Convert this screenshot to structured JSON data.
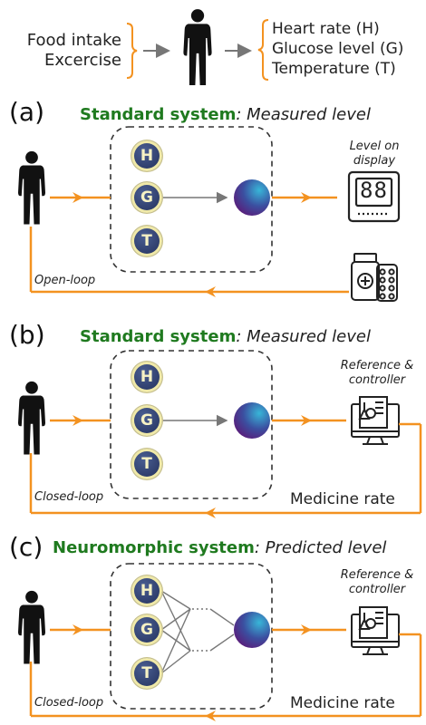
{
  "top": {
    "inputs": [
      "Food intake",
      "Excercise"
    ],
    "outputs": [
      "Heart rate (H)",
      "Glucose level (G)",
      "Temperature (T)"
    ]
  },
  "node_letters": [
    "H",
    "G",
    "T"
  ],
  "panel_a": {
    "label": "(a)",
    "system": "Standard system",
    "level": ": Measured level",
    "display_caption": [
      "Level on",
      "display"
    ],
    "display_value": "88",
    "loop": "Open-loop"
  },
  "panel_b": {
    "label": "(b)",
    "system": "Standard system",
    "level": ": Measured level",
    "controller_caption": [
      "Reference &",
      "controller"
    ],
    "loop": "Closed-loop",
    "feedback": "Medicine rate"
  },
  "panel_c": {
    "label": "(c)",
    "system": "Neuromorphic system",
    "level": ": Predicted level",
    "controller_caption": [
      "Reference &",
      "controller"
    ],
    "loop": "Closed-loop",
    "feedback": "Medicine rate"
  },
  "colors": {
    "orange": "#f39220",
    "green": "#1f7a1f",
    "node_fill": "#2e3a66",
    "node_ring": "#f0e9a8",
    "gray": "#777777"
  }
}
